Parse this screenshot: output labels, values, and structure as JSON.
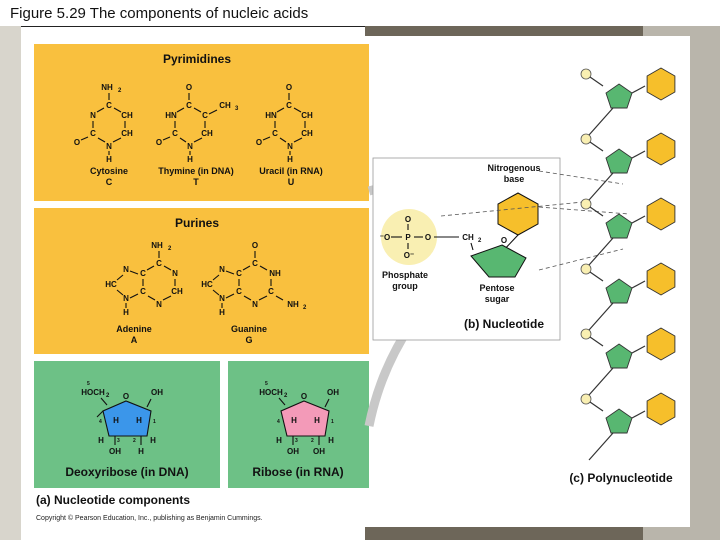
{
  "title": "Figure 5.29  The components of nucleic acids",
  "colors": {
    "orange_panel": "#f9c03e",
    "green_panel": "#6dc186",
    "pentose": "#58b771",
    "base": "#f6bf2b",
    "phosphate": "#f9efb2",
    "deoxyribose_ring": "#3b96ea",
    "ribose_ring": "#f39ab8",
    "arrow": "#c8c8c8"
  },
  "pyrimidines": {
    "header": "Pyrimidines",
    "bases": [
      {
        "name": "Cytosine",
        "abbr": "C"
      },
      {
        "name": "Thymine (in DNA)",
        "abbr": "T"
      },
      {
        "name": "Uracil (in RNA)",
        "abbr": "U"
      }
    ]
  },
  "purines": {
    "header": "Purines",
    "bases": [
      {
        "name": "Adenine",
        "abbr": "A"
      },
      {
        "name": "Guanine",
        "abbr": "G"
      }
    ]
  },
  "sugars": [
    {
      "name": "Deoxyribose (in DNA)"
    },
    {
      "name": "Ribose (in RNA)"
    }
  ],
  "nucleotide": {
    "base_label_1": "Nitrogenous",
    "base_label_2": "base",
    "phosphate_label_1": "Phosphate",
    "phosphate_label_2": "group",
    "sugar_label_1": "Pentose",
    "sugar_label_2": "sugar",
    "caption": "(b) Nucleotide"
  },
  "polynucleotide_caption": "(c) Polynucleotide",
  "components_caption": "(a) Nucleotide components",
  "copyright": "Copyright © Pearson Education, Inc., publishing as Benjamin Cummings."
}
